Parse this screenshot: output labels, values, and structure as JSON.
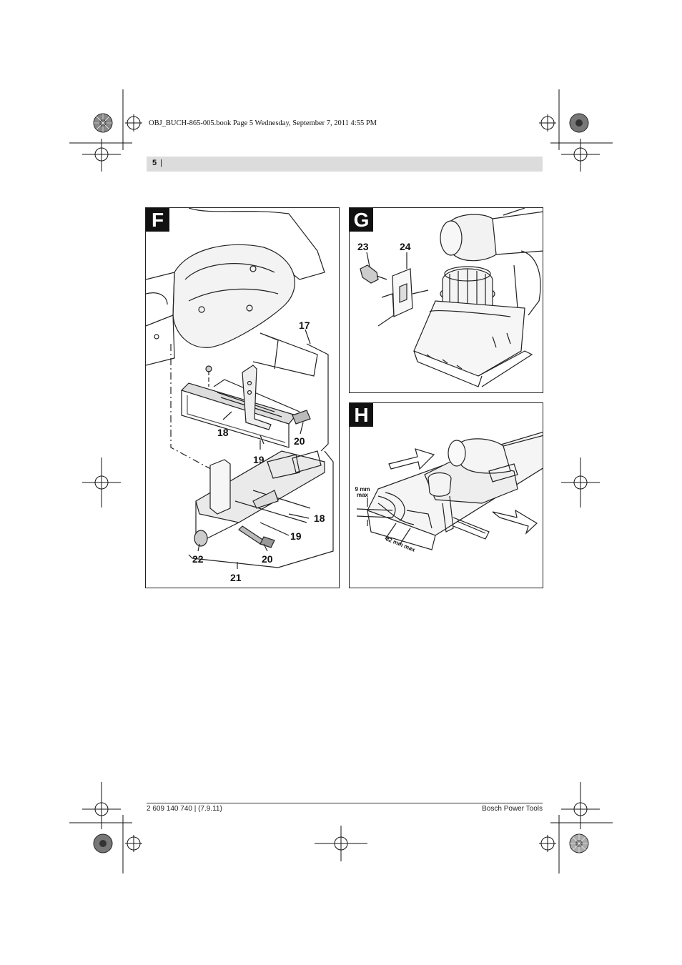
{
  "book_line": "OBJ_BUCH-865-005.book  Page 5  Wednesday, September 7, 2011  4:55 PM",
  "header": {
    "page_number": "5",
    "separator": "|"
  },
  "panels": {
    "F": {
      "label": "F",
      "callouts": {
        "c17": "17",
        "c18a": "18",
        "c20a": "20",
        "c19a": "19",
        "c18b": "18",
        "c19b": "19",
        "c22": "22",
        "c20b": "20",
        "c21": "21"
      }
    },
    "G": {
      "label": "G",
      "callouts": {
        "c23": "23",
        "c24": "24"
      }
    },
    "H": {
      "label": "H",
      "depth_note_line1": "9 mm",
      "depth_note_line2": "max",
      "width_note": "82 mm max"
    }
  },
  "footer": {
    "left": "2 609 140 740 | (7.9.11)",
    "right": "Bosch Power Tools"
  }
}
